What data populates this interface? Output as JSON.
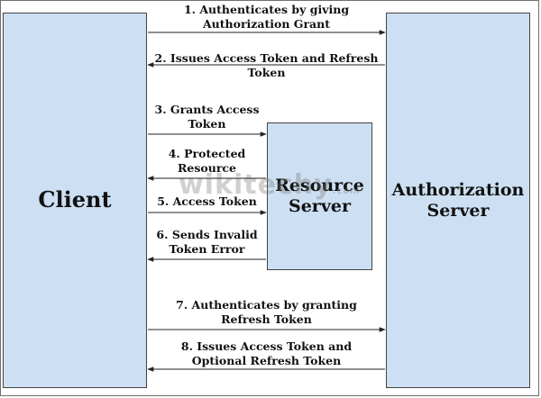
{
  "boxes": {
    "client": "Client",
    "authorization_server": "Authorization\nServer",
    "resource_server": "Resource\nServer"
  },
  "steps": [
    "1. Authenticates by giving\nAuthorization Grant",
    "2. Issues Access Token and Refresh Token",
    "3. Grants Access\nToken",
    "4. Protected\nResource",
    "5. Access Token",
    "6. Sends Invalid\nToken Error",
    "7. Authenticates by granting\nRefresh Token",
    "8. Issues Access Token and\nOptional Refresh Token"
  ],
  "watermark": "wikitechy",
  "watermark_suffix": ".com",
  "colors": {
    "box_fill": "#cddff2",
    "box_border": "#444444",
    "arrow": "#222222"
  }
}
